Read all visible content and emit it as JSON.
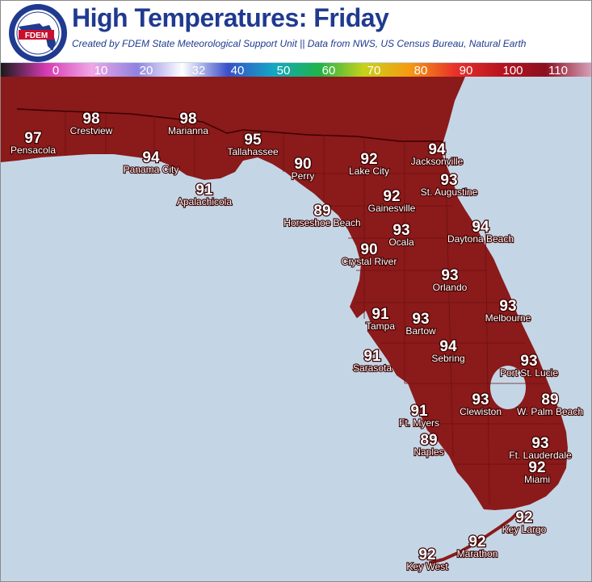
{
  "header": {
    "title": "High Temperatures: Friday",
    "subtitle": "Created by FDEM State Meteorological Support Unit || Data from NWS, US Census Bureau, Natural Earth",
    "logo_text": "FDEM"
  },
  "scale": {
    "ticks": [
      "0",
      "10",
      "20",
      "32",
      "40",
      "50",
      "60",
      "70",
      "80",
      "90",
      "100",
      "110"
    ],
    "gradient_colors": [
      "#1a1a1a",
      "#d63bb3",
      "#f0a6e6",
      "#8f83e0",
      "#ffffff",
      "#3a4fc9",
      "#13a7c4",
      "#1fb34a",
      "#c8d21a",
      "#f59a12",
      "#e8322b",
      "#b8141f",
      "#8d1020",
      "#d7a0b8"
    ]
  },
  "colors": {
    "land": "#8b1a1a",
    "water": "#c4d6e6",
    "county_line": "#6b1212",
    "title": "#1f3a8f"
  },
  "cities": [
    {
      "name": "Crestview",
      "temp": "98"
    },
    {
      "name": "Marianna",
      "temp": "98"
    },
    {
      "name": "Pensacola",
      "temp": "97"
    },
    {
      "name": "Tallahassee",
      "temp": "95"
    },
    {
      "name": "Panama City",
      "temp": "94"
    },
    {
      "name": "Perry",
      "temp": "90"
    },
    {
      "name": "Lake City",
      "temp": "92"
    },
    {
      "name": "Jacksonville",
      "temp": "94"
    },
    {
      "name": "Apalachicola",
      "temp": "91"
    },
    {
      "name": "St. Augustine",
      "temp": "93"
    },
    {
      "name": "Gainesville",
      "temp": "92"
    },
    {
      "name": "Horseshoe Beach",
      "temp": "89"
    },
    {
      "name": "Ocala",
      "temp": "93"
    },
    {
      "name": "Daytona Beach",
      "temp": "94"
    },
    {
      "name": "Crystal River",
      "temp": "90"
    },
    {
      "name": "Orlando",
      "temp": "93"
    },
    {
      "name": "Melbourne",
      "temp": "93"
    },
    {
      "name": "Tampa",
      "temp": "91"
    },
    {
      "name": "Bartow",
      "temp": "93"
    },
    {
      "name": "Sebring",
      "temp": "94"
    },
    {
      "name": "Sarasota",
      "temp": "91"
    },
    {
      "name": "Port St. Lucie",
      "temp": "93"
    },
    {
      "name": "Ft. Myers",
      "temp": "91"
    },
    {
      "name": "Clewiston",
      "temp": "93"
    },
    {
      "name": "W. Palm Beach",
      "temp": "89"
    },
    {
      "name": "Naples",
      "temp": "89"
    },
    {
      "name": "Ft. Lauderdale",
      "temp": "93"
    },
    {
      "name": "Miami",
      "temp": "92"
    },
    {
      "name": "Key Largo",
      "temp": "92"
    },
    {
      "name": "Marathon",
      "temp": "92"
    },
    {
      "name": "Key West",
      "temp": "92"
    }
  ]
}
